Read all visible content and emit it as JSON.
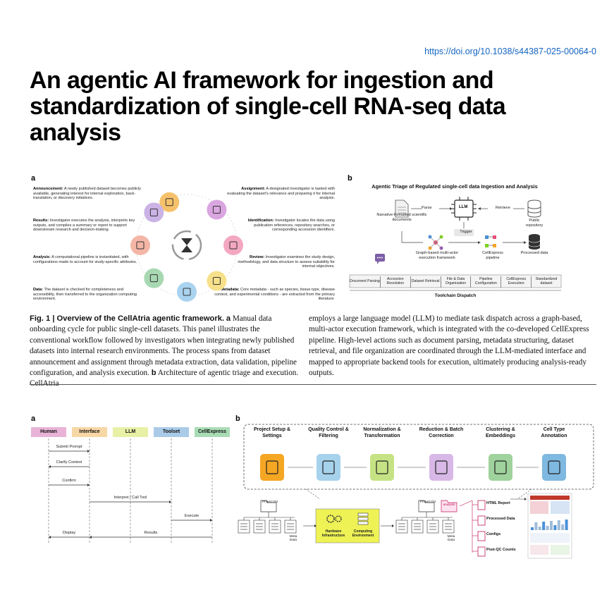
{
  "doi": "https://doi.org/10.1038/s44387-025-00064-0",
  "title": "An agentic AI framework for ingestion and standardization of single-cell RNA-seq data analysis",
  "fig1": {
    "panel_a": {
      "label": "a",
      "left_items": [
        {
          "head": "Announcement:",
          "text": "A newly published dataset becomes publicly available, generating interest for internal exploration, back-translation, or discovery initiatives."
        },
        {
          "head": "Results:",
          "text": "Investigator executes the analysis, interprets key outputs, and compiles a summary or report to support downstream research and decision-making."
        },
        {
          "head": "Analysis:",
          "text": "A computational pipeline is instantiated, with configurations made to account for study-specific attributes."
        },
        {
          "head": "Data:",
          "text": "The dataset is checked for completeness and accessibility, then transferred to the organization computing environment."
        }
      ],
      "right_items": [
        {
          "head": "Assignment:",
          "text": "A designated investigator is tasked with evaluating the dataset's relevance and preparing it for internal analysis."
        },
        {
          "head": "Identification:",
          "text": "Investigator locates the data using publication references, repository searches, or corresponding accession identifiers."
        },
        {
          "head": "Review:",
          "text": "Investigator examines the study design, methodology, and data structure to assess suitability for internal objectives."
        },
        {
          "head": "Metadata:",
          "text": "Core metadata - such as species, tissue type, disease context, and experimental conditions - are extracted from the primary literature."
        }
      ],
      "cycle_colors": [
        "#f5c26b",
        "#d9a6e0",
        "#f4a7c0",
        "#f7e08a",
        "#a9d3ef",
        "#a8d8b2",
        "#f4b6a6",
        "#cbb3e6"
      ]
    },
    "panel_b": {
      "label": "b",
      "title": "Agentic Triage of Regulated single-cell data Ingestion and Analysis",
      "llm": "LLM",
      "parse": "Parse",
      "retrieve": "Retrieve",
      "trigger": "Trigger",
      "nodes": {
        "docs": "Narrative-formatted scientific documents",
        "repo": "Public repository",
        "graph": "Graph-based multi-actor execution framework",
        "pipeline": "CellExpress pipeline",
        "processed": "Processed data"
      },
      "tools": [
        "Document Parsing",
        "Accession Resolution",
        "Dataset Retrieval",
        "File & Data Organization",
        "Pipeline Configuration",
        "CellExpress Execution",
        "Standardized dataset"
      ],
      "toolchain": "Toolchain Dispatch"
    },
    "caption_left": {
      "fig_label": "Fig. 1 | Overview of the CellAtria agentic framework.",
      "a": "a",
      "text_a": "Manual data onboarding cycle for public single-cell datasets. This panel illustrates the conventional workflow followed by investigators when integrating newly published datasets into internal research environments. The process spans from dataset announcement and assignment through metadata extraction, data validation, pipeline configuration, and analysis execution.",
      "b": "b",
      "text_b": "Architecture of agentic triage and execution. CellAtria"
    },
    "caption_right": "employs a large language model (LLM) to mediate task dispatch across a graph-based, multi-actor execution framework, which is integrated with the co-developed CellExpress pipeline. High-level actions such as document parsing, metadata structuring, dataset retrieval, and file organization are coordinated through the LLM-mediated interface and mapped to appropriate backend tools for execution, ultimately producing analysis-ready outputs."
  },
  "fig2": {
    "panel_a": {
      "label": "a",
      "actors": [
        "Human",
        "Interface",
        "LLM",
        "Toolset",
        "CellExpress"
      ],
      "actor_colors": [
        "#e8b3d6",
        "#f7d7a6",
        "#e8f0a6",
        "#aacbe8",
        "#a9dcb5"
      ],
      "messages": [
        "Submit Prompt",
        "Clarify Context",
        "Confirm",
        "Interpret / Call Tool",
        "Execute",
        "Display",
        "Results"
      ]
    },
    "panel_b": {
      "label": "b",
      "steps": [
        {
          "label": "Project Setup & Settings",
          "color": "#f5a623"
        },
        {
          "label": "Quality Control & Filtering",
          "color": "#a6d2ec"
        },
        {
          "label": "Normalization & Transformation",
          "color": "#c5e384"
        },
        {
          "label": "Reduction & Batch Correction",
          "color": "#d7b8e6"
        },
        {
          "label": "Clustering & Embeddings",
          "color": "#9fd29c"
        },
        {
          "label": "Cell Type Annotation",
          "color": "#7fb8e0"
        }
      ],
      "project_dir": "Project Dir",
      "metadata": "Meta Data",
      "hardware": "Hardware Infrastructure",
      "computing": "Computing Environment",
      "analysis": "analysis",
      "outputs": [
        "HTML Report",
        "Processed Data",
        "Configs",
        "Post-QC Counts"
      ]
    }
  }
}
